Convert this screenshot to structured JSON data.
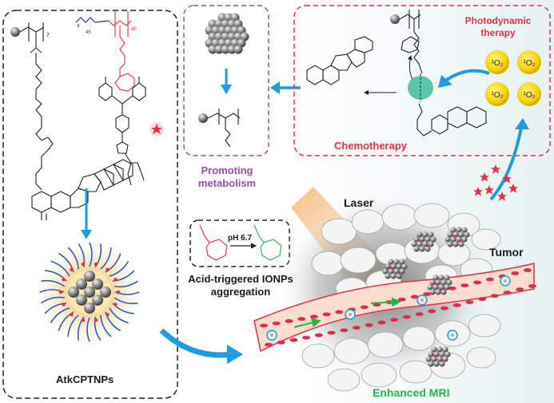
{
  "labels": {
    "promoting": "Promoting metabolism",
    "photodynamic": "Photodynamic therapy",
    "chemotherapy": "Chemotherapy",
    "laser": "Laser",
    "tumor": "Tumor",
    "acid": "Acid-triggered IONPs aggregation",
    "ph": "pH 6.7",
    "nanoparticle": "AtkCPTNPs",
    "mri": "Enhanced MRI"
  },
  "oxygen": [
    "¹O₂",
    "¹O₂",
    "¹O₂",
    "¹O₂"
  ],
  "subscripts": {
    "n7": "7",
    "n45": "45",
    "n40": "40"
  },
  "colors": {
    "purple_box": "#9b4fa8",
    "red_box": "#e6304a",
    "arrow_blue": "#1f9be0",
    "green": "#28b34a",
    "peg_blue": "#2323b0",
    "amine_red": "#e6304a"
  }
}
